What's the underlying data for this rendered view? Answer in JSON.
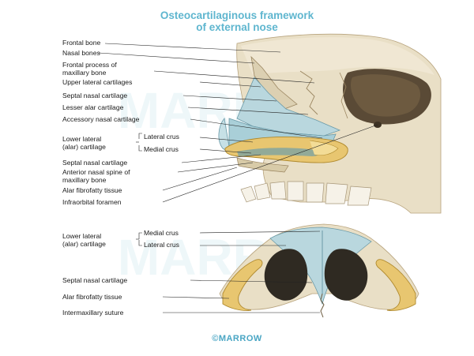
{
  "title": {
    "line1": "Osteocartilaginous framework",
    "line2": "of external nose"
  },
  "upper_labels": {
    "frontal_bone": "Frontal bone",
    "nasal_bones": "Nasal bones",
    "frontal_process_1": "Frontal process of",
    "frontal_process_2": "maxillary bone",
    "upper_lateral": "Upper lateral cartilages",
    "septal_nasal": "Septal nasal cartilage",
    "lesser_alar": "Lesser alar cartilage",
    "accessory_nasal": "Accessory nasal cartilage",
    "lower_lateral_1": "Lower lateral",
    "lower_lateral_2": "(alar) cartilage",
    "lateral_crus": "Lateral crus",
    "medial_crus": "Medial crus",
    "septal_nasal_2": "Septal nasal cartilage",
    "anterior_spine_1": "Anterior nasal spine of",
    "anterior_spine_2": "maxillary bone",
    "alar_fibrofatty": "Alar fibrofatty tissue",
    "infraorbital": "Infraorbital foramen"
  },
  "lower_labels": {
    "lower_lateral_1": "Lower lateral",
    "lower_lateral_2": "(alar) cartilage",
    "medial_crus": "Medial crus",
    "lateral_crus": "Lateral crus",
    "septal_nasal": "Septal nasal cartilage",
    "alar_fibrofatty": "Alar fibrofatty tissue",
    "intermaxillary": "Intermaxillary suture"
  },
  "watermark": "MARROW",
  "footer": "©MARROW",
  "colors": {
    "title": "#5fb6cf",
    "bone": "#e9dfc6",
    "bone_shadow": "#c9b994",
    "cartilage": "#b9d7de",
    "alar": "#e8c670",
    "dark": "#6b5a3e"
  }
}
